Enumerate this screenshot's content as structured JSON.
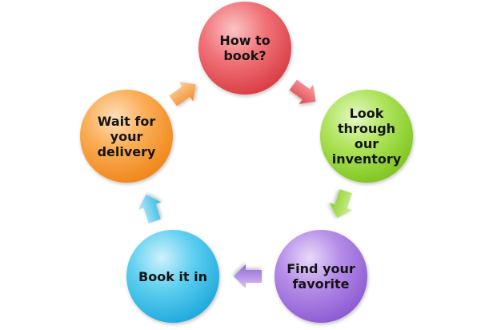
{
  "steps": [
    {
      "label": "How to\nbook?",
      "color": "#ef5d63"
    },
    {
      "label": "Look\nthrough\nour\ninventory",
      "color": "#9bdc3e"
    },
    {
      "label": "Find your\nfavorite",
      "color": "#a97de3"
    },
    {
      "label": "Book it in",
      "color": "#45c6ec"
    },
    {
      "label": "Wait for\nyour\ndelivery",
      "color": "#f99d3a"
    }
  ],
  "arrows": [
    {
      "from": "How to book?",
      "to": "Look through our inventory",
      "color": "#ef6e73"
    },
    {
      "from": "Look through our inventory",
      "to": "Find your favorite",
      "color": "#a6e04e"
    },
    {
      "from": "Find your favorite",
      "to": "Book it in",
      "color": "#a884de"
    },
    {
      "from": "Book it in",
      "to": "Wait for your delivery",
      "color": "#5ccdec"
    },
    {
      "from": "Wait for your delivery",
      "to": "How to book?",
      "color": "#f9a54a"
    }
  ]
}
